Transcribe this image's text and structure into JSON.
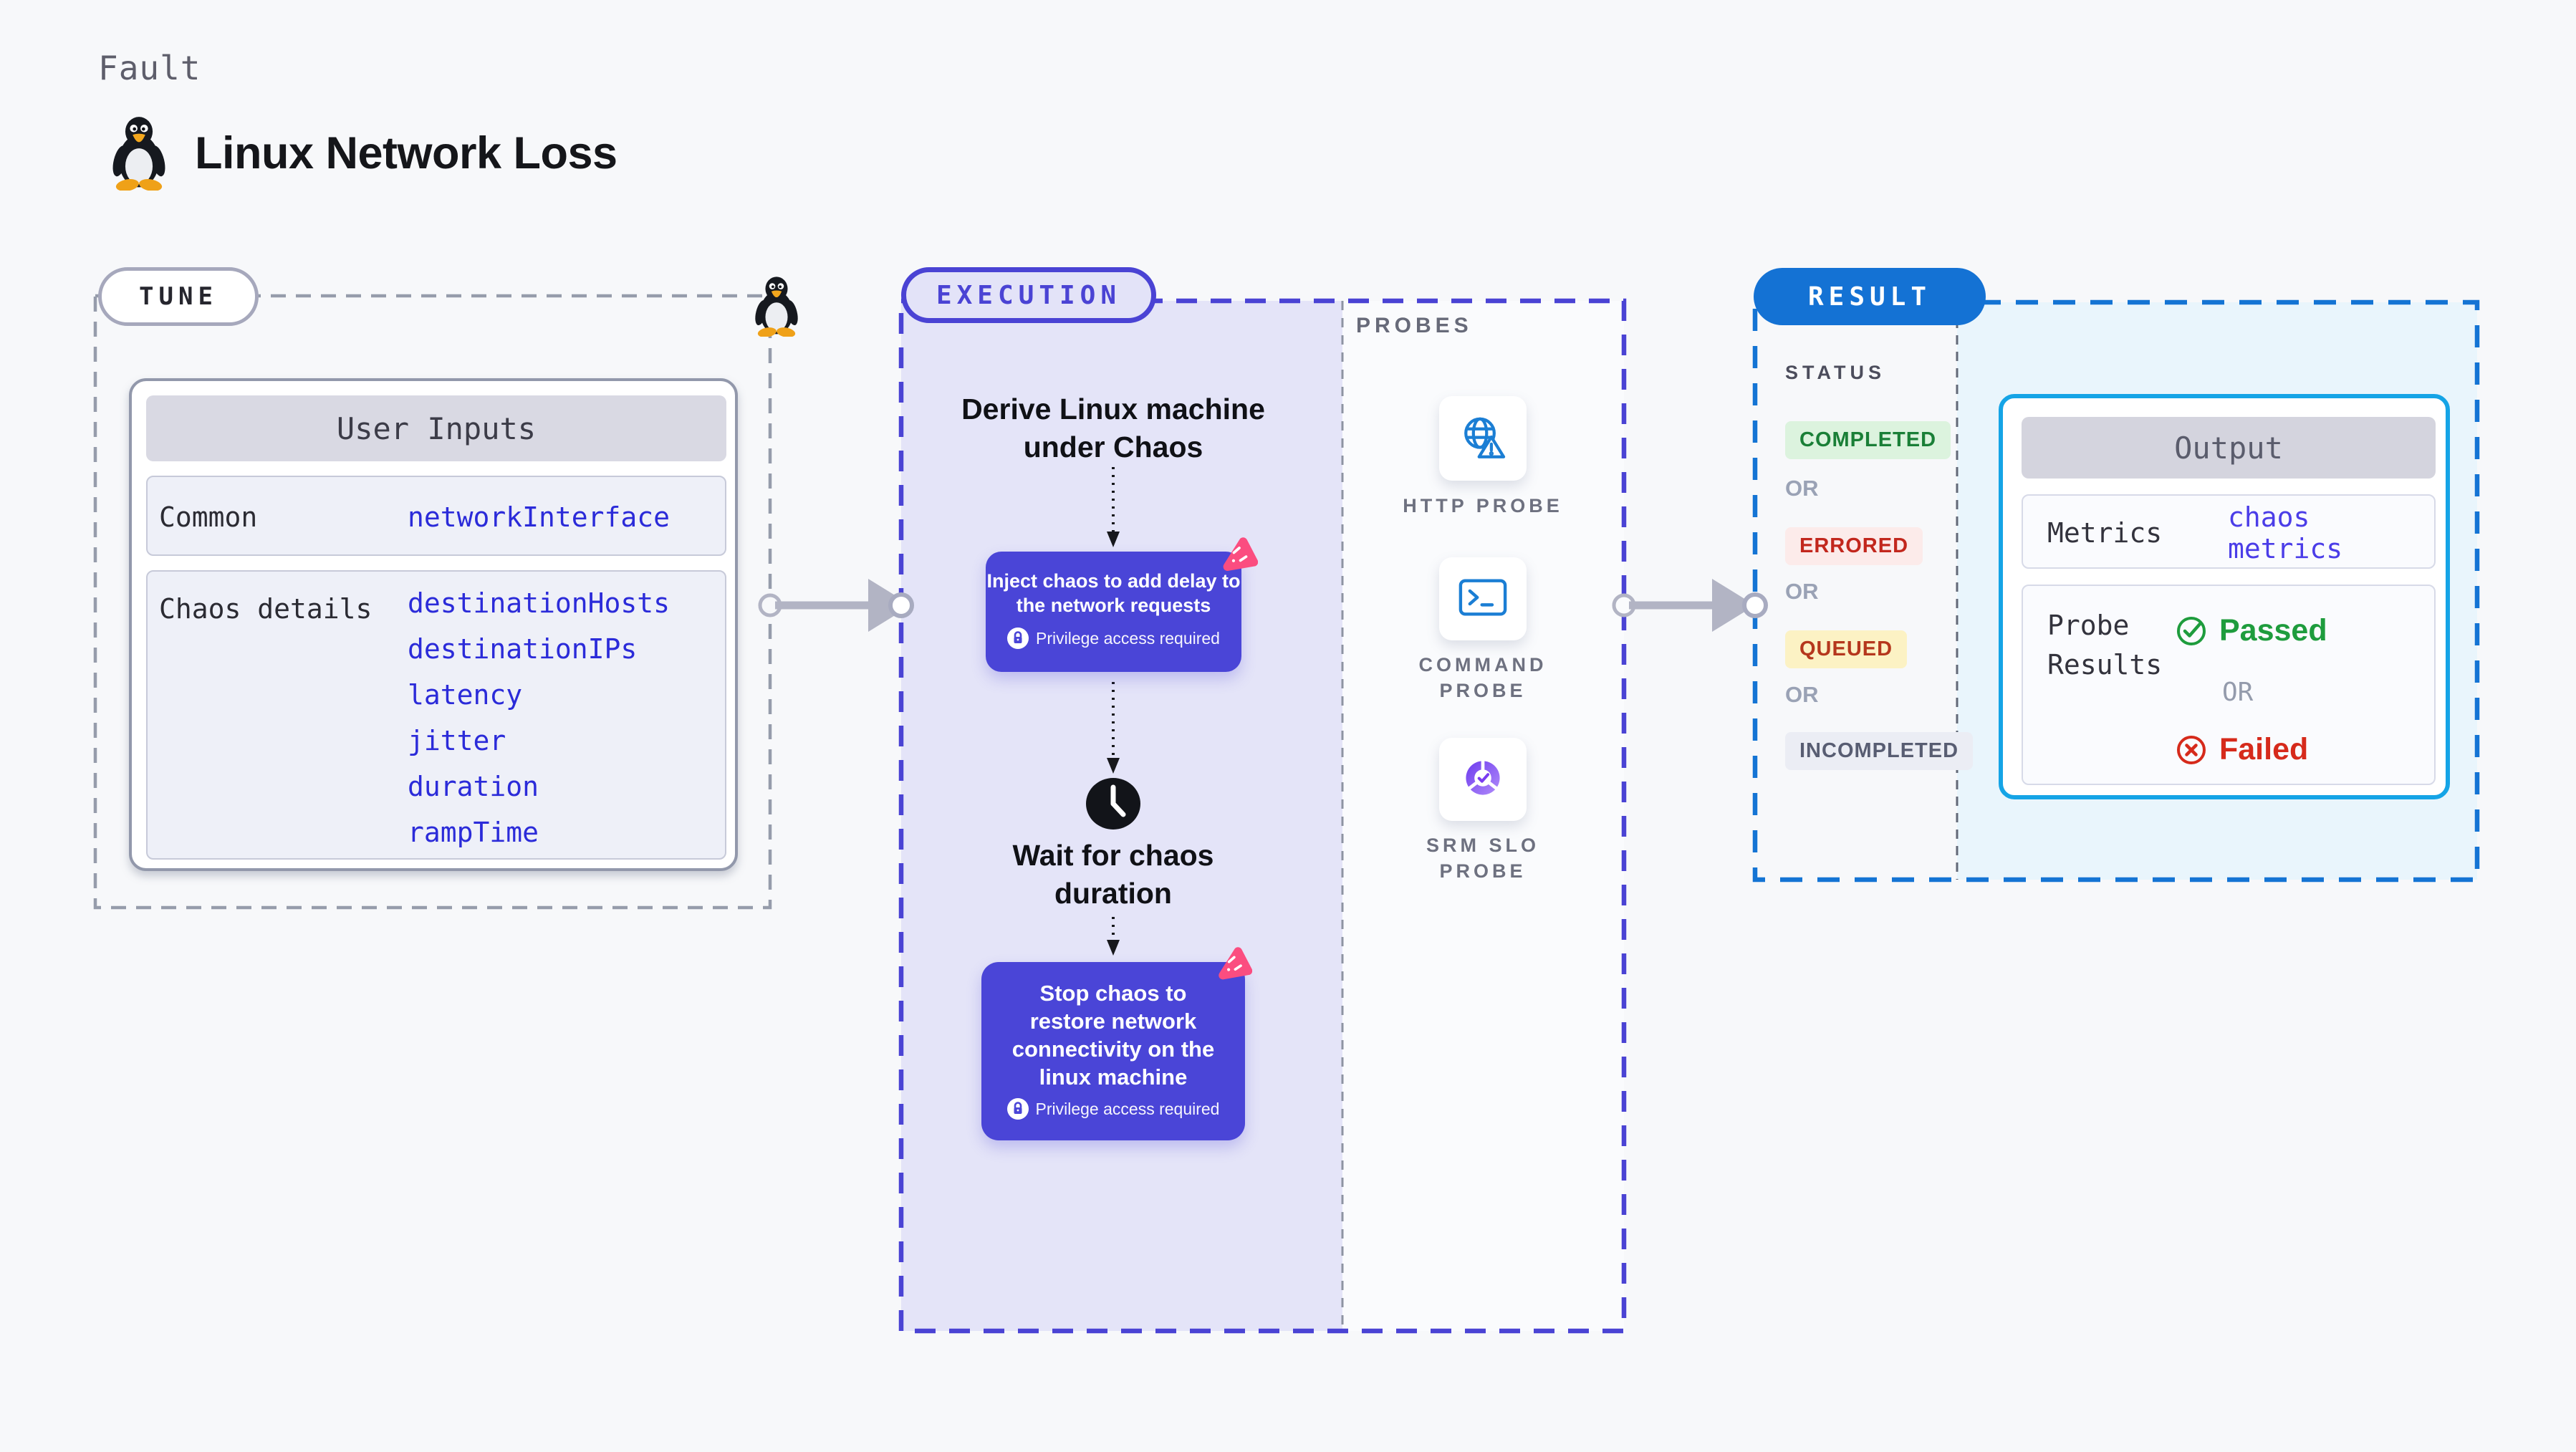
{
  "header": {
    "eyebrow": "Fault",
    "title": "Linux Network Loss",
    "icon": "tux-penguin"
  },
  "tune": {
    "badge_label": "TUNE",
    "user_inputs": {
      "title": "User Inputs",
      "rows": [
        {
          "label": "Common",
          "values": [
            "networkInterface"
          ]
        },
        {
          "label": "Chaos details",
          "values": [
            "destinationHosts",
            "destinationIPs",
            "latency",
            "jitter",
            "duration",
            "rampTime"
          ]
        }
      ]
    }
  },
  "execution": {
    "badge_label": "EXECUTION",
    "derive_step": "Derive Linux machine\nunder Chaos",
    "inject_step": {
      "text": "Inject chaos to add delay to\nthe network requests",
      "privilege_note": "Privilege access required"
    },
    "wait_step": "Wait for chaos\nduration",
    "stop_step": {
      "text": "Stop chaos to\nrestore network\nconnectivity on the\nlinux machine",
      "privilege_note": "Privilege access required"
    },
    "probes": {
      "heading": "PROBES",
      "items": [
        {
          "label": "HTTP PROBE",
          "icon": "globe-alert-icon"
        },
        {
          "label": "COMMAND\nPROBE",
          "icon": "terminal-icon"
        },
        {
          "label": "SRM SLO\nPROBE",
          "icon": "slo-pie-check-icon"
        }
      ]
    }
  },
  "result": {
    "badge_label": "RESULT",
    "status": {
      "heading": "STATUS",
      "or_label": "OR",
      "options": [
        {
          "label": "COMPLETED",
          "text_color": "#1a7f37",
          "bg_color": "#dcf3de"
        },
        {
          "label": "ERRORED",
          "text_color": "#c2271d",
          "bg_color": "#fcebea"
        },
        {
          "label": "QUEUED",
          "text_color": "#b5371d",
          "bg_color": "#fcf2c4"
        },
        {
          "label": "INCOMPLETED",
          "text_color": "#585d72",
          "bg_color": "#ebedf4"
        }
      ]
    },
    "output": {
      "title": "Output",
      "metrics_label": "Metrics",
      "metrics_value": "chaos metrics",
      "probe_results_label": "Probe Results",
      "passed_label": "Passed",
      "or_label": "OR",
      "failed_label": "Failed"
    }
  },
  "colors": {
    "page_bg": "#f7f8fa",
    "execution_fill": "#e4e4f8",
    "execution_accent": "#4a43d4",
    "chaos_box": "#4a45d7",
    "result_accent": "#1472d4",
    "result_fill": "#e9f5fc",
    "output_border": "#15a4e6",
    "tune_value_blue": "#2b2bd9",
    "metrics_value_blue": "#4b3de8",
    "passed_green": "#1e9c3d",
    "failed_red": "#d62a1b",
    "connector_gray": "#b2b4c4",
    "probe_icon_blue": "#1b7ed4",
    "chaos_logo_pink": "#fb4d80"
  }
}
